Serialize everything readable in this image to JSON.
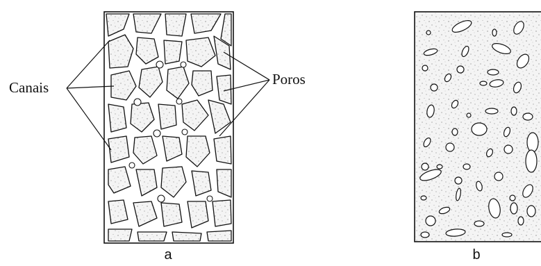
{
  "panel_a": {
    "left_label": "Canais",
    "right_label": "Poros",
    "caption": "a"
  },
  "panel_b": {
    "caption": "b"
  },
  "colors": {
    "ink": "#111111",
    "stipple": "#9a9a9a",
    "channel_fill": "#ffffff"
  }
}
